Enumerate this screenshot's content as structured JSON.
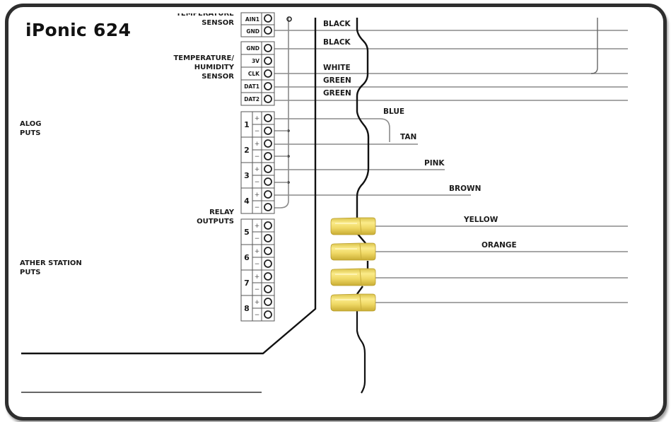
{
  "title": "iPonic 624",
  "section_labels": {
    "temperature_sensor": [
      "TEMPERATURE",
      "SENSOR"
    ],
    "temp_humidity_sensor": [
      "TEMPERATURE/",
      "HUMIDITY",
      "SENSOR"
    ],
    "analog_outputs": [
      "ALOG",
      "PUTS"
    ],
    "relay_outputs": [
      "RELAY",
      "OUTPUTS"
    ],
    "weather_station_inputs": [
      "ATHER STATION",
      "PUTS"
    ]
  },
  "temperature_sensor_pins": [
    "AIN1",
    "GND"
  ],
  "temp_humidity_pins": [
    "GND",
    "3V",
    "CLK",
    "DAT1",
    "DAT2"
  ],
  "relay_channels": [
    "1",
    "2",
    "3",
    "4",
    "5",
    "6",
    "7",
    "8"
  ],
  "relay_polarity": [
    "+",
    "−"
  ],
  "wire_labels": {
    "black_1": "BLACK",
    "black_2": "BLACK",
    "white": "WHITE",
    "green_1": "GREEN",
    "green_2": "GREEN",
    "blue": "BLUE",
    "tan": "TAN",
    "pink": "PINK",
    "brown": "BROWN",
    "yellow": "YELLOW",
    "orange": "ORANGE"
  },
  "colors": {
    "frame": "#2e2e2e",
    "wire": "#8a8a8a",
    "cable": "#111111",
    "wire_nut": "#f0dc6a"
  }
}
